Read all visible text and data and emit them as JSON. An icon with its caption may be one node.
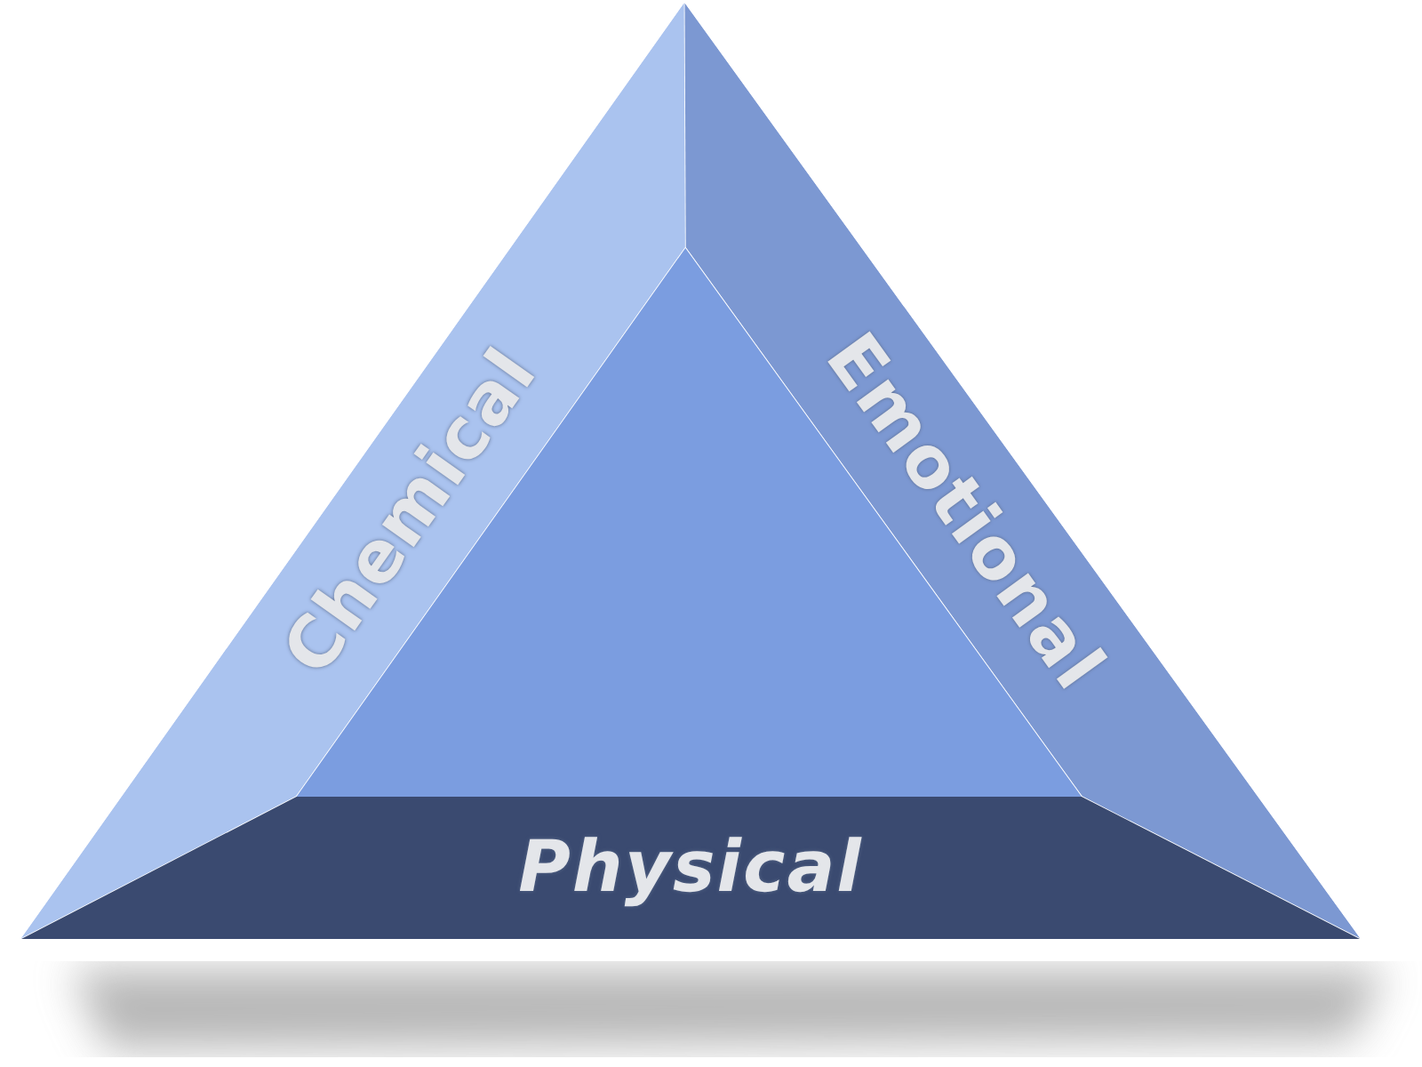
{
  "diagram": {
    "nodes": [
      {
        "text": [
          "Chemical"
        ]
      },
      {
        "text": [
          "Emotional"
        ]
      },
      {
        "text": [
          "Physical"
        ]
      }
    ]
  }
}
